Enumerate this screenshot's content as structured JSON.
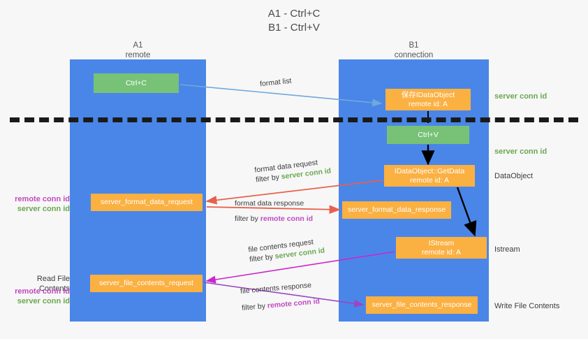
{
  "title": {
    "line1": "A1 - Ctrl+C",
    "line2": "B1 - Ctrl+V"
  },
  "columns": [
    {
      "name": "A1",
      "subtitle": "remote"
    },
    {
      "name": "B1",
      "subtitle": "connection"
    }
  ],
  "colors": {
    "lane": "#4a86e8",
    "green_box": "#77c277",
    "orange_box": "#fbb042",
    "server_conn_text": "#6aa84f",
    "remote_conn_text": "#c04ac0",
    "arrow_blue": "#6fa8dc",
    "arrow_red": "#e8604c",
    "arrow_magenta": "#cc26cc",
    "arrow_purple": "#9a46c6",
    "arrow_black": "#000000",
    "divider": "#1a1a1a",
    "background": "#f7f7f7"
  },
  "boxes": {
    "ctrl_c": "Ctrl+C",
    "ctrl_v": "Ctrl+V",
    "save_idataobject": {
      "line1": "保存IDataObject",
      "line2": "remote id: A"
    },
    "getdata": {
      "line1": "IDataObject::GetData",
      "line2": "remote id: A"
    },
    "istream": {
      "line1": "IStream",
      "line2": "remote id: A"
    },
    "server_format_data_request": "server_format_data_request",
    "server_format_data_response": "server_format_data_response",
    "server_file_contents_request": "server_file_contents_request",
    "server_file_contents_response": "server_file_contents_response"
  },
  "side_labels": {
    "server_conn_id_1": "server conn id",
    "server_conn_id_2": "server conn id",
    "dataobject": "DataObject",
    "istream": "Istream",
    "write_file_contents": "Write File Contents",
    "read_file_contents": "Read File Contents",
    "remote_conn_id": "remote conn id",
    "server_conn_id": "server conn id"
  },
  "captions": {
    "format_list": "format list",
    "format_data_request": {
      "line1": "format data request",
      "line2_prefix": "filter by ",
      "line2_value": "server conn id"
    },
    "format_data_response": {
      "line1": "format data response",
      "line2_prefix": "filter by ",
      "line2_value": "remote conn id"
    },
    "file_contents_request": {
      "line1": "file contents request",
      "line2_prefix": "filter by ",
      "line2_value": "server conn id"
    },
    "file_contents_response": {
      "line1": "file contents response",
      "line2_prefix": "filter by ",
      "line2_value": "remote conn id"
    }
  }
}
